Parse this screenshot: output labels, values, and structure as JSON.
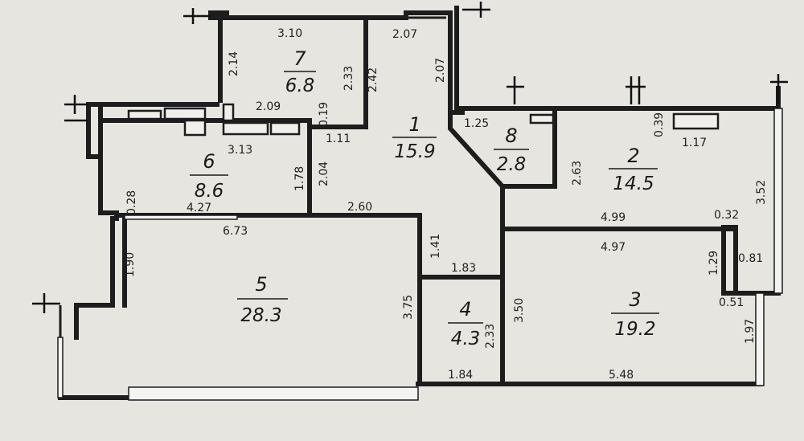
{
  "rooms": [
    {
      "id": "1",
      "number": "1",
      "area": "15.9"
    },
    {
      "id": "2",
      "number": "2",
      "area": "14.5"
    },
    {
      "id": "3",
      "number": "3",
      "area": "19.2"
    },
    {
      "id": "4",
      "number": "4",
      "area": "4.3"
    },
    {
      "id": "5",
      "number": "5",
      "area": "28.3"
    },
    {
      "id": "6",
      "number": "6",
      "area": "8.6"
    },
    {
      "id": "7",
      "number": "7",
      "area": "6.8"
    },
    {
      "id": "8",
      "number": "8",
      "area": "2.8"
    }
  ],
  "dimensions": {
    "r7_top": "3.10",
    "r7_left": "2.14",
    "r7_right": "2.33",
    "r7_right_out": "2.42",
    "r7_bottom": "2.09",
    "r7_bottom_right": "1.11",
    "r7_small": "0.19",
    "r1_top": "2.07",
    "r1_right": "2.07",
    "r1_left": "2.04",
    "r1_bottom": "2.60",
    "r1_corridor": "1.41",
    "r6_top": "3.13",
    "r6_right": "1.78",
    "r6_bottom": "4.27",
    "r6_left": "0.28",
    "r8_top": "1.25",
    "r8_right": "2.63",
    "r2_small": "0.39",
    "r2_top": "1.17",
    "r2_right": "3.52",
    "r2_bottom": "4.99",
    "r2_corner": "0.32",
    "r3_top": "4.97",
    "r3_right": "1.29",
    "r3_niche": "0.81",
    "r3_niche_bottom": "0.51",
    "r3_left": "3.50",
    "r3_bottom": "5.48",
    "loggia": "1.97",
    "r4_top": "1.83",
    "r4_right": "2.33",
    "r4_bottom": "1.84",
    "r5_top": "6.73",
    "r5_left": "1.90",
    "r5_right": "3.75"
  }
}
